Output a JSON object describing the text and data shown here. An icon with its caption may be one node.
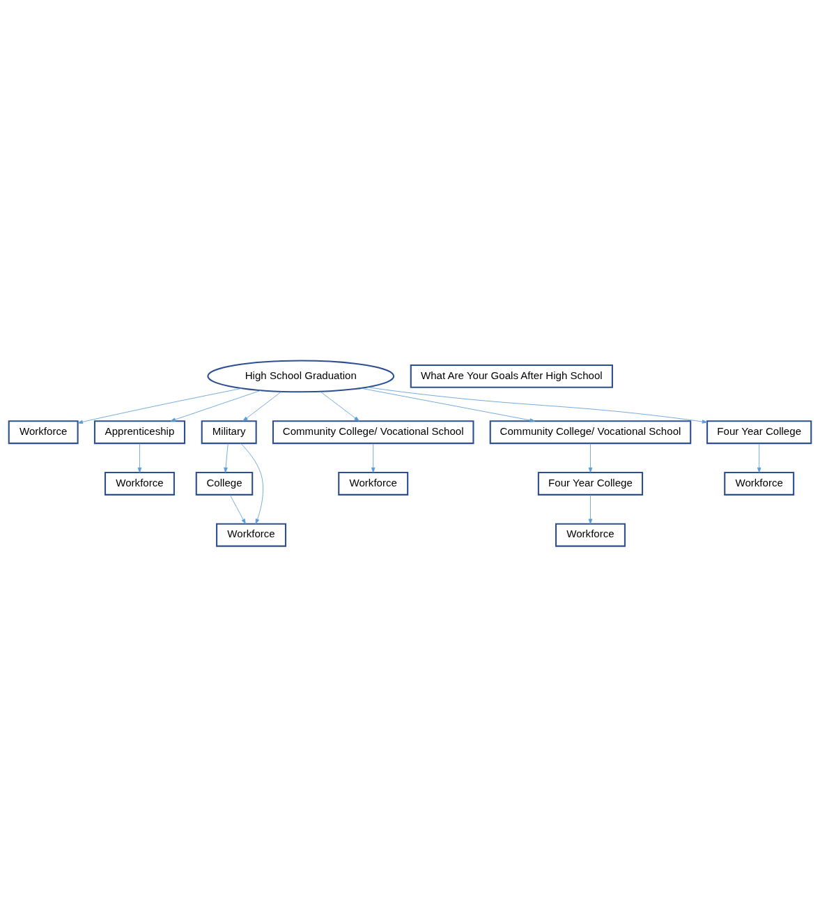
{
  "diagram": {
    "nodes": [
      {
        "text": [
          "Workforce"
        ]
      },
      {
        "text": [
          "What Are Your Goals After High School"
        ]
      },
      {
        "text": [
          "Apprenticeship"
        ]
      },
      {
        "text": [
          "Workforce"
        ]
      },
      {
        "text": [
          "Military"
        ]
      },
      {
        "text": [
          "College"
        ]
      },
      {
        "text": [
          "Workforce"
        ]
      },
      {
        "text": [
          "High School Graduation"
        ]
      },
      {
        "text": [
          "Community College/ Vocational School"
        ]
      },
      {
        "text": [
          "Workforce"
        ]
      },
      {
        "text": [
          "Community College/ Vocational School"
        ]
      },
      {
        "text": [
          "Four Year College"
        ]
      },
      {
        "text": [
          "Four Year College"
        ]
      },
      {
        "text": [
          "Workforce"
        ]
      },
      {
        "text": [
          "Workforce"
        ]
      }
    ],
    "edges": [
      {
        "from": 7,
        "to": 0,
        "arrow": "to"
      },
      {
        "from": 7,
        "to": 2,
        "arrow": "to"
      },
      {
        "from": 2,
        "to": 3,
        "arrow": "to"
      },
      {
        "from": 7,
        "to": 4,
        "arrow": "to"
      },
      {
        "from": 4,
        "to": 5,
        "arrow": "to"
      },
      {
        "from": 4,
        "to": 6,
        "arrow": "to"
      },
      {
        "from": 5,
        "to": 6,
        "arrow": "to"
      },
      {
        "from": 7,
        "to": 8,
        "arrow": "to"
      },
      {
        "from": 8,
        "to": 9,
        "arrow": "to"
      },
      {
        "from": 7,
        "to": 10,
        "arrow": "to"
      },
      {
        "from": 10,
        "to": 11,
        "arrow": "to"
      },
      {
        "from": 7,
        "to": 12,
        "arrow": "to"
      },
      {
        "from": 12,
        "to": 13,
        "arrow": "to"
      },
      {
        "from": 11,
        "to": 14,
        "arrow": "to"
      }
    ]
  }
}
